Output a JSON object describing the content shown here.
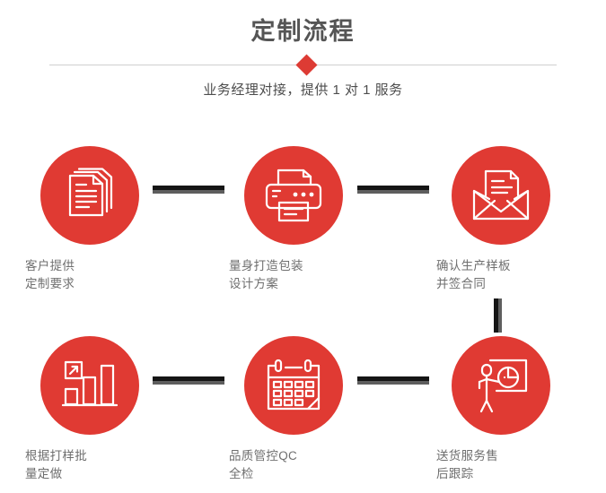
{
  "header": {
    "title": "定制流程",
    "subtitle": "业务经理对接，提供 1 对 1 服务",
    "diamond_color": "#dd3b34",
    "line_color": "#cfcfcf",
    "title_color": "#555555"
  },
  "theme": {
    "circle_color": "#e03a33",
    "icon_stroke": "#ffffff",
    "label_color": "#6f6f6f",
    "connector_dark": "#151515",
    "connector_gray": "#5e5e5e",
    "background": "#ffffff"
  },
  "flow": {
    "steps": [
      {
        "index": 1,
        "icon": "documents-icon",
        "line1": "客户提供",
        "line2": "定制要求"
      },
      {
        "index": 2,
        "icon": "printer-icon",
        "line1": "量身打造包装",
        "line2": "设计方案"
      },
      {
        "index": 3,
        "icon": "envelope-document-icon",
        "line1": "确认生产样板",
        "line2": "并签合同"
      },
      {
        "index": 4,
        "icon": "bar-chart-growth-icon",
        "line1": "根据打样批",
        "line2": "量定做"
      },
      {
        "index": 5,
        "icon": "calendar-icon",
        "line1": "品质管控QC",
        "line2": "全检"
      },
      {
        "index": 6,
        "icon": "presenter-pie-chart-icon",
        "line1": "送货服务售",
        "line2": "后跟踪"
      }
    ]
  }
}
